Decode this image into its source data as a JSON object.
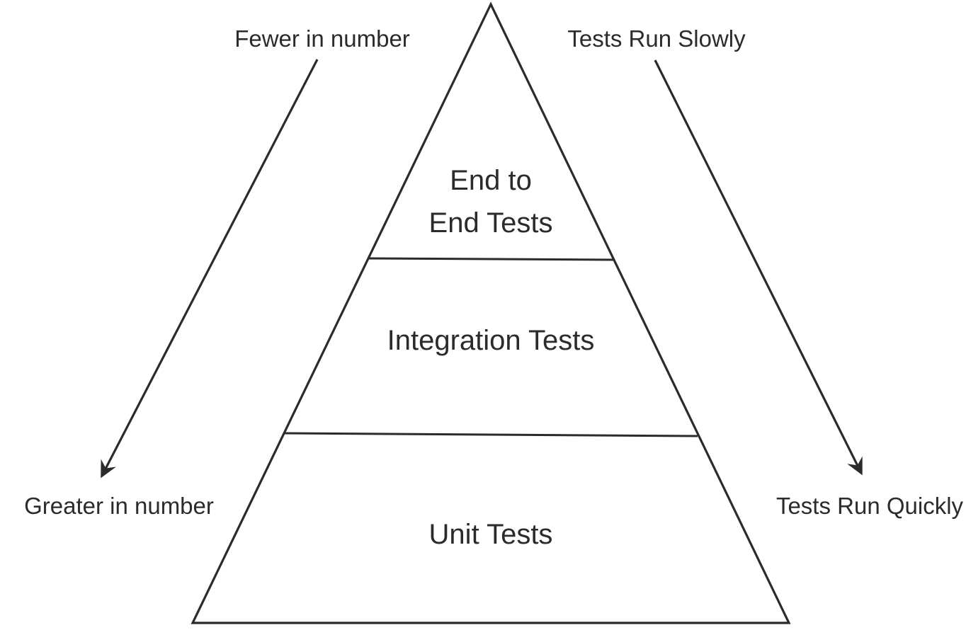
{
  "colors": {
    "ink": "#2b2b2b",
    "background": "#ffffff"
  },
  "pyramid": {
    "levels": [
      {
        "id": "end-to-end-tests",
        "lines": [
          "End to",
          "End Tests"
        ]
      },
      {
        "id": "integration-tests",
        "lines": [
          "Integration Tests"
        ]
      },
      {
        "id": "unit-tests",
        "lines": [
          "Unit Tests"
        ]
      }
    ]
  },
  "annotations": {
    "left": {
      "start_label": "Fewer in number",
      "end_label": "Greater in number"
    },
    "right": {
      "start_label": "Tests Run Slowly",
      "end_label": "Tests Run Quickly"
    }
  }
}
